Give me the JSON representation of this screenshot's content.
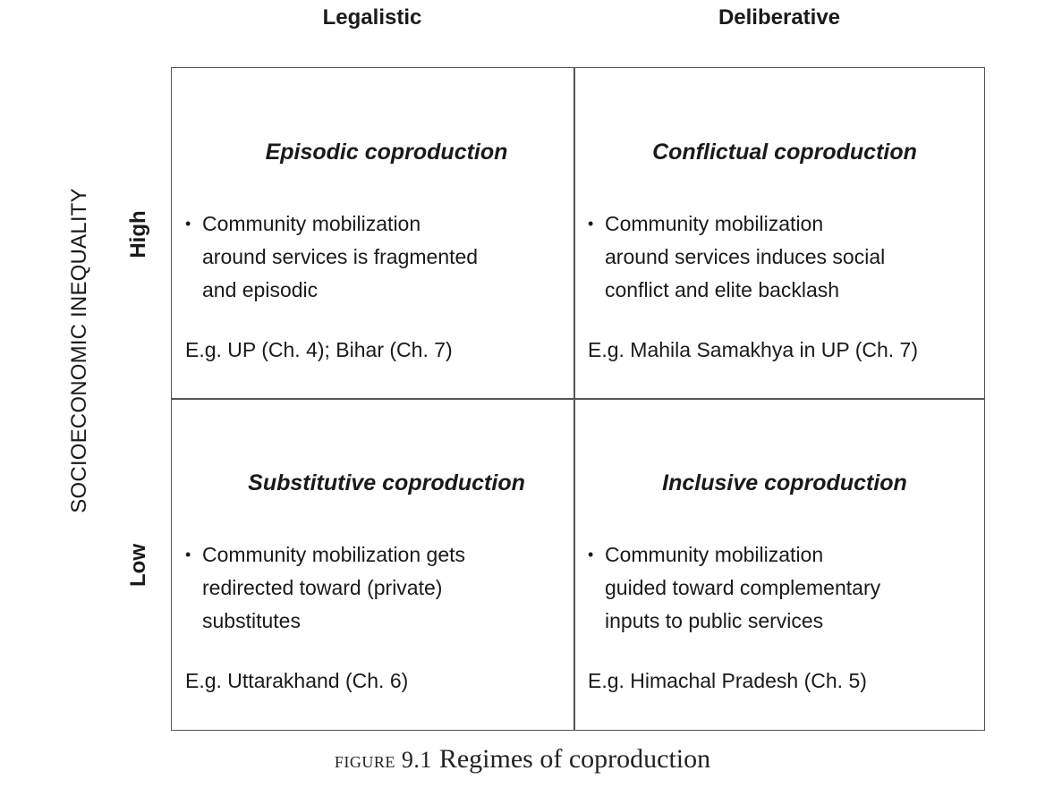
{
  "columns": {
    "left": "Legalistic",
    "right": "Deliberative"
  },
  "y_axis": {
    "label": "SOCIOECONOMIC INEQUALITY",
    "high": "High",
    "low": "Low"
  },
  "cells": {
    "top_left": {
      "title": "Episodic coproduction",
      "bullet": "•",
      "lines": [
        "Community mobilization",
        "around services is fragmented",
        "and episodic"
      ],
      "example": "E.g. UP (Ch. 4); Bihar (Ch. 7)"
    },
    "top_right": {
      "title": "Conflictual coproduction",
      "bullet": "•",
      "lines": [
        "Community mobilization",
        "around services induces social",
        "conflict and elite backlash"
      ],
      "example": "E.g. Mahila Samakhya in UP (Ch. 7)"
    },
    "bottom_left": {
      "title": "Substitutive coproduction",
      "bullet": "•",
      "lines": [
        "Community mobilization gets",
        "redirected toward (private)",
        "substitutes"
      ],
      "example": "E.g. Uttarakhand (Ch. 6)"
    },
    "bottom_right": {
      "title": "Inclusive coproduction",
      "bullet": "•",
      "lines": [
        "Community mobilization",
        "guided toward complementary",
        "inputs to public services"
      ],
      "example": "E.g. Himachal Pradesh (Ch. 5)"
    }
  },
  "caption": {
    "label": "figure 9.1",
    "text": "Regimes of coproduction"
  }
}
